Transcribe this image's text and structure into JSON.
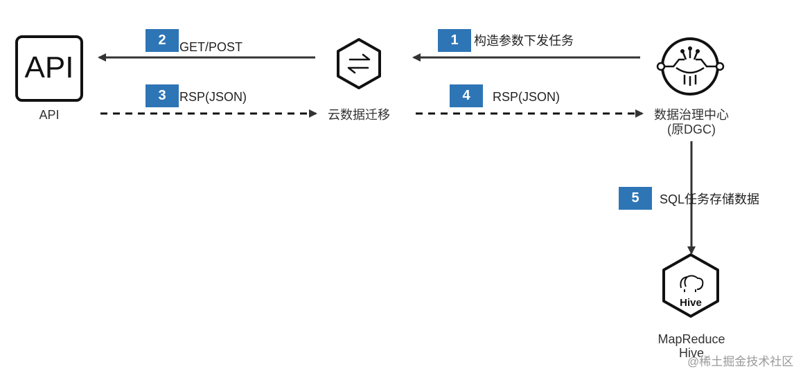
{
  "colors": {
    "badge": "#2e75b6",
    "line": "#333333",
    "icon": "#111111"
  },
  "nodes": {
    "api": {
      "box_text": "API",
      "caption": "API"
    },
    "cdm": {
      "caption": "云数据迁移",
      "icon": "swap-arrows-icon"
    },
    "dgc": {
      "caption_line1": "数据治理中心",
      "caption_line2": "(原DGC)",
      "icon": "circuit-brain-icon"
    },
    "hive": {
      "box_text": "Hive",
      "caption_line1": "MapReduce",
      "caption_line2": "Hive",
      "icon": "elephant-icon"
    }
  },
  "steps": [
    {
      "num": "1",
      "label": "构造参数下发任务"
    },
    {
      "num": "2",
      "label": "GET/POST"
    },
    {
      "num": "3",
      "label": "RSP(JSON)"
    },
    {
      "num": "4",
      "label": "RSP(JSON)"
    },
    {
      "num": "5",
      "label": "SQL任务存储数据"
    }
  ],
  "watermark": "@稀土掘金技术社区"
}
